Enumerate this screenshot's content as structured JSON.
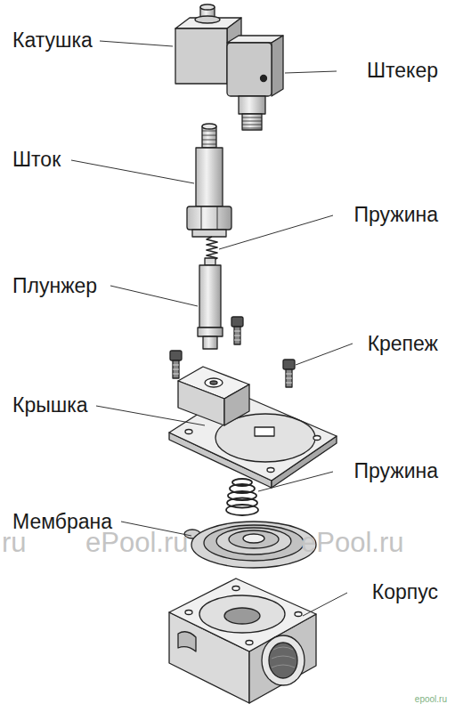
{
  "diagram": {
    "labels": [
      "Катушка",
      "Штекер",
      "Шток",
      "Пружина",
      "Плунжер",
      "Крепеж",
      "Крышка",
      "Пружина",
      "Мембрана",
      "Корпус",
      "ru",
      "ePool.ru",
      "ePool.ru",
      "epool.ru"
    ]
  }
}
